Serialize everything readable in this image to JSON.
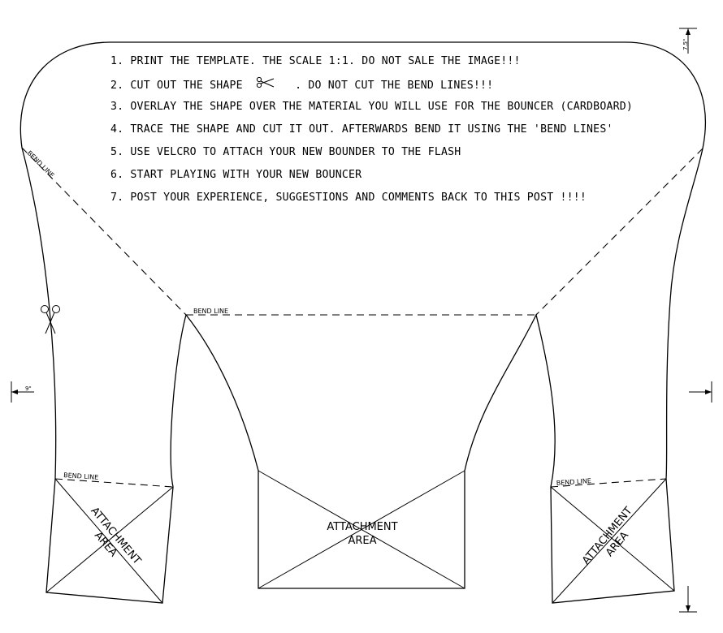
{
  "instructions": {
    "step1": "1. PRINT THE TEMPLATE. THE SCALE 1:1. DO NOT SALE THE IMAGE!!!",
    "step2_a": "2. CUT OUT THE SHAPE",
    "step2_b": ". DO NOT CUT THE BEND LINES!!!",
    "step3": "3. OVERLAY THE SHAPE OVER THE MATERIAL YOU WILL USE FOR THE BOUNCER (CARDBOARD)",
    "step4": "4. TRACE THE SHAPE AND CUT IT OUT. AFTERWARDS BEND IT USING THE 'BEND LINES'",
    "step5": "5. USE VELCRO TO ATTACH YOUR NEW BOUNDER TO THE FLASH",
    "step6": "6. START PLAYING WITH YOUR NEW BOUNCER",
    "step7": "7. POST YOUR EXPERIENCE, SUGGESTIONS AND COMMENTS BACK TO THIS POST !!!!"
  },
  "labels": {
    "bend_line": "BEND LINE",
    "attachment_line1": "ATTACHMENT",
    "attachment_line2": "AREA"
  },
  "dimensions": {
    "width": "9\"",
    "height": "7.5\""
  },
  "icons": [
    "scissors-icon"
  ]
}
